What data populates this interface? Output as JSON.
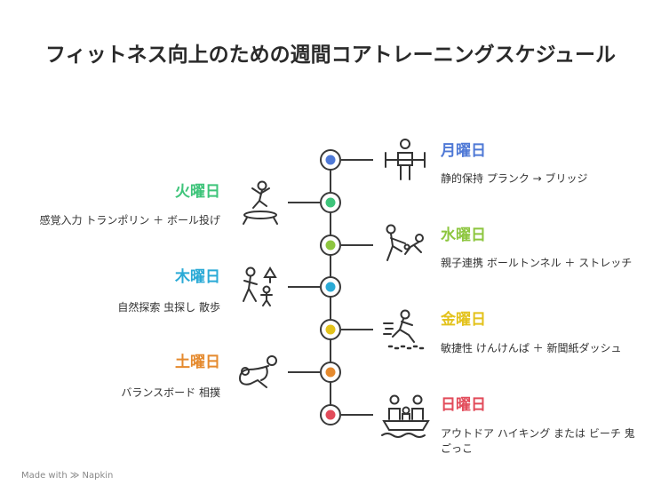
{
  "title": "フィットネス向上のための週間コアトレーニングスケジュール",
  "colors": {
    "line": "#3a3a3a",
    "icon": "#333333"
  },
  "days": [
    {
      "key": "mon",
      "label": "月曜日",
      "desc": "静的保持 プランク → ブリッジ",
      "color": "#4f79d6",
      "icon": "standing-bar-icon"
    },
    {
      "key": "tue",
      "label": "火曜日",
      "desc": "感覚入力 トランポリン ＋ ボール投げ",
      "color": "#3ec47a",
      "icon": "trampoline-jump-icon"
    },
    {
      "key": "wed",
      "label": "水曜日",
      "desc": "親子連携 ボールトンネル ＋ ストレッチ",
      "color": "#8dc63f",
      "icon": "parent-child-icon"
    },
    {
      "key": "thu",
      "label": "木曜日",
      "desc": "自然探索 虫探し 散歩",
      "color": "#2aaad6",
      "icon": "nature-walk-icon"
    },
    {
      "key": "fri",
      "label": "金曜日",
      "desc": "敏捷性 けんけんぱ ＋ 新聞紙ダッシュ",
      "color": "#e3c21b",
      "icon": "agility-dash-icon"
    },
    {
      "key": "sat",
      "label": "土曜日",
      "desc": "バランスボード 相撲",
      "color": "#e58a2e",
      "icon": "sumo-icon"
    },
    {
      "key": "sun",
      "label": "日曜日",
      "desc": "アウトドア ハイキング または ビーチ 鬼ごっこ",
      "color": "#e24b5a",
      "icon": "family-boat-icon"
    }
  ],
  "footer": {
    "made_with": "Made with",
    "brand": "Napkin"
  }
}
